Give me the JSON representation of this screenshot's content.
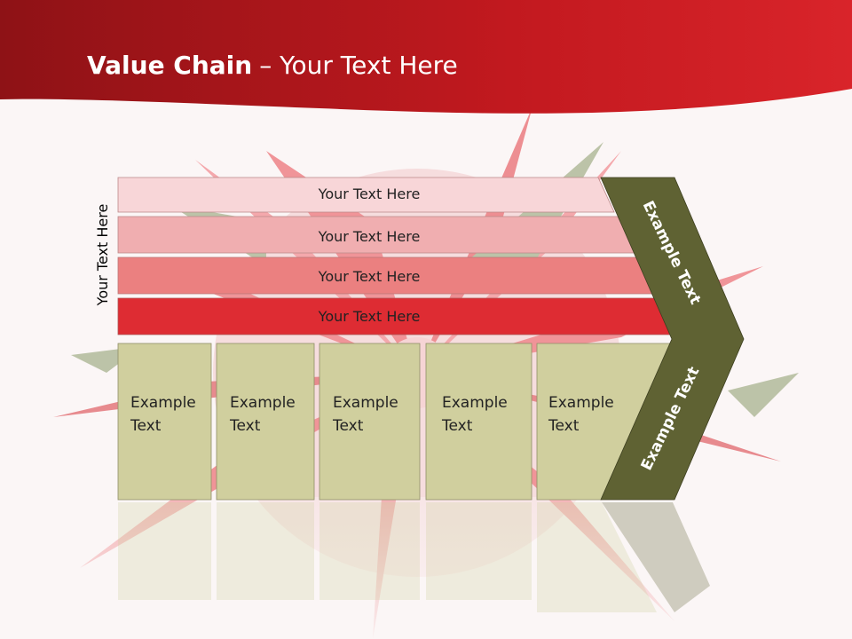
{
  "slide": {
    "title_bold": "Value Chain",
    "title_regular": "– Your Text Here"
  },
  "side_label": "Your Text Here",
  "bands": [
    {
      "label": "Your Text Here",
      "color": "#f8d6d8"
    },
    {
      "label": "Your Text Here",
      "color": "#f0aeb0"
    },
    {
      "label": "Your Text Here",
      "color": "#eb8080"
    },
    {
      "label": "Your Text Here",
      "color": "#de2c33"
    }
  ],
  "boxes": [
    {
      "line1": "Example",
      "line2": "Text"
    },
    {
      "line1": "Example",
      "line2": "Text"
    },
    {
      "line1": "Example",
      "line2": "Text"
    },
    {
      "line1": "Example",
      "line2": "Text"
    },
    {
      "line1": "Example",
      "line2": "Text"
    }
  ],
  "chevron": {
    "upper_label": "Example Text",
    "lower_label": "Example Text"
  },
  "colors": {
    "header_red": "#c41a22",
    "box_fill": "#d0cf9e",
    "chevron_fill": "#5f6233",
    "flower_red": "#e8454c"
  }
}
